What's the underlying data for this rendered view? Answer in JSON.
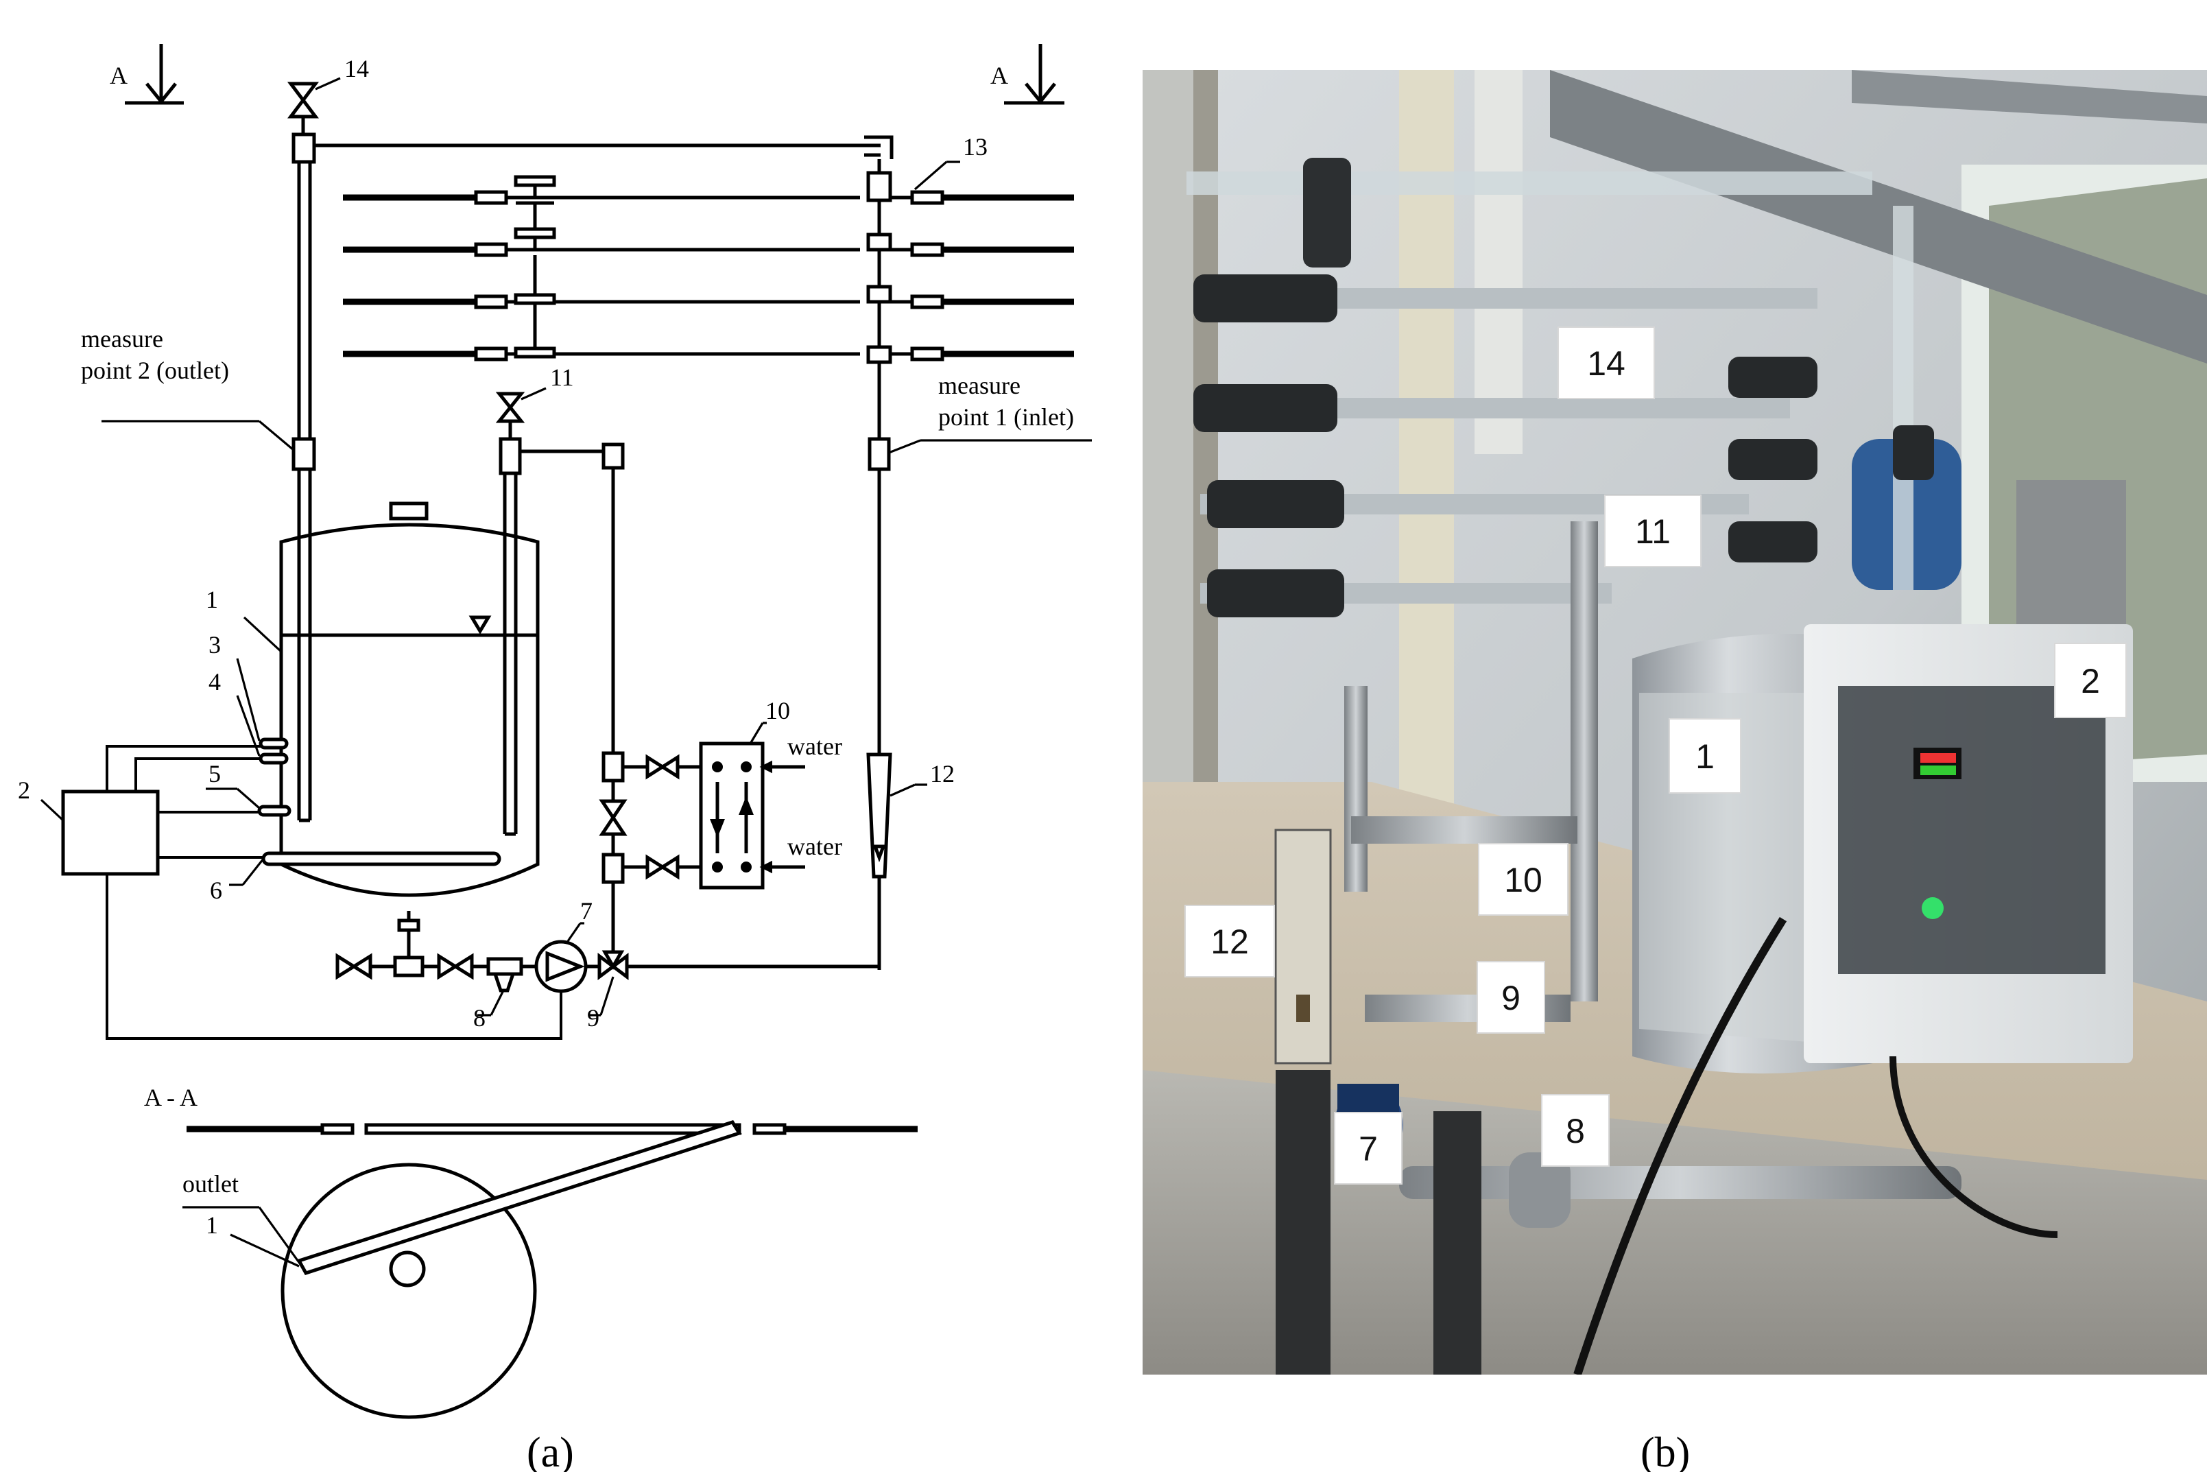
{
  "panel_a": {
    "caption": "(a)",
    "section_marks": [
      "A",
      "A"
    ],
    "section_view_label": "A - A",
    "labels": {
      "measure_point_2_line1": "measure",
      "measure_point_2_line2": "point 2 (outlet)",
      "measure_point_1_line1": "measure",
      "measure_point_1_line2": "point 1 (inlet)",
      "water_in": "water",
      "water_out": "water",
      "outlet": "outlet"
    },
    "component_numbers": [
      "1",
      "2",
      "3",
      "4",
      "5",
      "6",
      "7",
      "8",
      "9",
      "10",
      "11",
      "12",
      "13",
      "14",
      "1"
    ]
  },
  "panel_b": {
    "caption": "(b)",
    "photo_labels": [
      "14",
      "11",
      "2",
      "1",
      "10",
      "12",
      "9",
      "8",
      "7"
    ]
  }
}
